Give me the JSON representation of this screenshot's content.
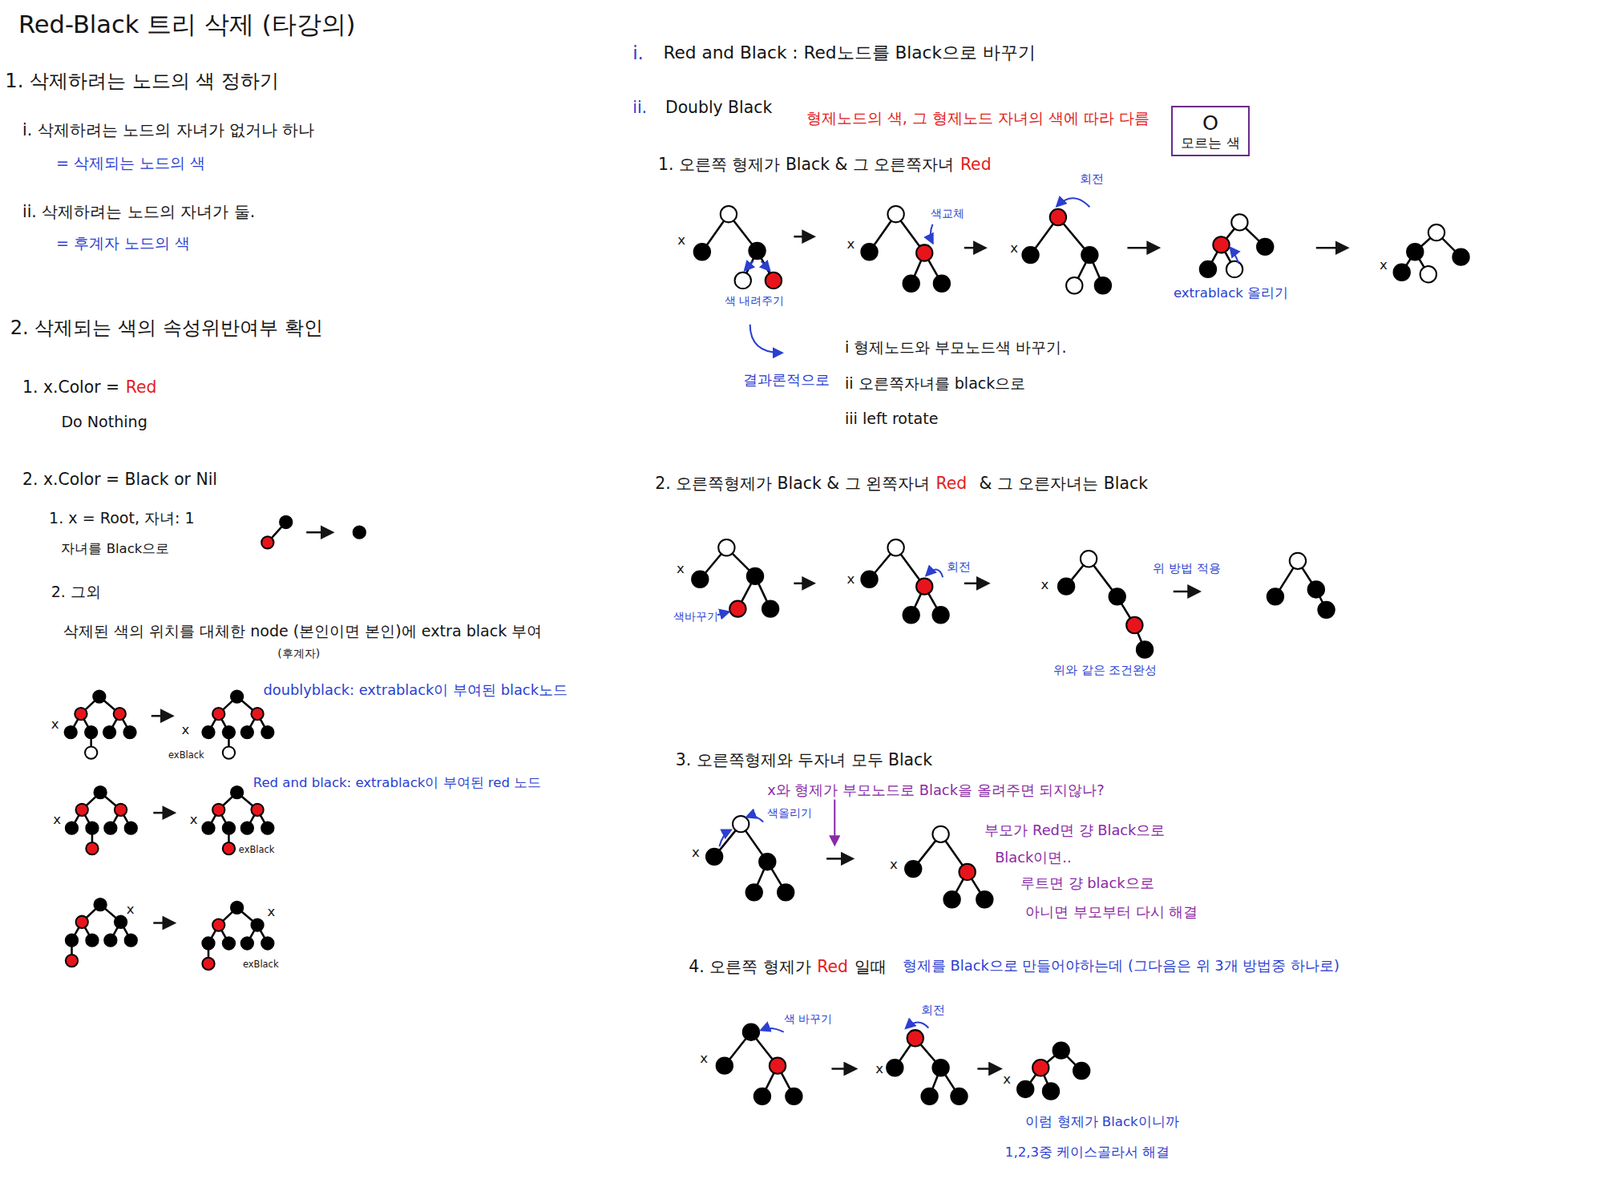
{
  "diagram": {
    "title": "Red-Black 트리 삭제 (타강의)",
    "nodes": [
      {
        "text": [
          "O",
          "모르는 색"
        ]
      }
    ],
    "labels": [
      "1. 삭제하려는 노드의 색 정하기",
      "i. 삭제하려는 노드의 자녀가 없거나 하나",
      "= 삭제되는 노드의 색",
      "ii. 삭제하려는 노드의 자녀가 둘.",
      "= 후계자 노드의 색",
      "2. 삭제되는 색의 속성위반여부 확인",
      "1. x.Color =",
      "Red",
      "Do Nothing",
      "2. x.Color = Black or Nil",
      "1. x = Root, 자녀: 1",
      "자녀를 Black으로",
      "2. 그외",
      "삭제된 색의 위치를 대체한 node (본인이면 본인)에 extra black 부여",
      "(후계자)",
      "doublyblack: extrablack이 부여된 black노드",
      "x",
      "x",
      "exBlack",
      "Red and black: extrablack이 부여된 red 노드",
      "x",
      "x",
      "exBlack",
      "x",
      "x",
      "exBlack",
      "i.",
      "Red and Black : Red노드를 Black으로 바꾸기",
      "ii.",
      "Doubly Black",
      "형제노드의 색, 그 형제노드 자녀의 색에 따라 다름",
      "1. 오른쪽 형제가 Black & 그 오른쪽자녀",
      "Red",
      "x",
      "색 내려주기",
      "색교체",
      "x",
      "회전",
      "x",
      "extrablack 올리기",
      "x",
      "결과론적으로",
      "i 형제노드와 부모노드색 바꾸기.",
      "ii 오른쪽자녀를 black으로",
      "iii left rotate",
      "2. 오른쪽형제가 Black & 그 왼쪽자녀",
      "Red",
      "& 그 오른자녀는 Black",
      "x",
      "색바꾸기",
      "x",
      "회전",
      "x",
      "위 방법 적용",
      "위와 같은 조건완성",
      "3. 오른쪽형제와 두자녀 모두 Black",
      "x와 형제가 부모노드로 Black을 올려주면 되지않나?",
      "색올리기",
      "x",
      "x",
      "부모가 Red면 걍 Black으로",
      "Black이면..",
      "루트면 걍 black으로",
      "아니면 부모부터 다시 해결",
      "4. 오른쪽 형제가",
      "Red",
      "일때",
      "형제를 Black으로 만들어야하는데 (그다음은 위 3개 방법중 하나로)",
      "x",
      "색 바꾸기",
      "회전",
      "x",
      "x",
      "이럼 형제가 Black이니까",
      "1,2,3중 케이스골라서 해결"
    ]
  }
}
